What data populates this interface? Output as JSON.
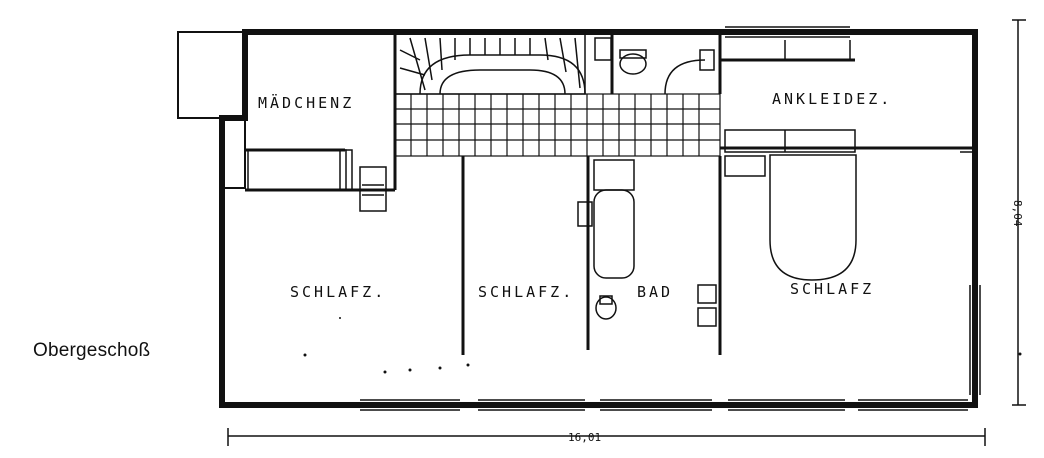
{
  "caption": "Obergeschoß",
  "rooms": {
    "maedchen": "MÄDCHENZ",
    "ankleide": "ANKLEIDEZ.",
    "schlaf1": "SCHLAFZ.",
    "schlaf2": "SCHLAFZ.",
    "bad": "BAD",
    "schlaf3": "SCHLAFZ"
  },
  "dimensions": {
    "width": "16,01",
    "depth": "8,04"
  },
  "colors": {
    "ink": "#111111",
    "paper": "#ffffff"
  }
}
